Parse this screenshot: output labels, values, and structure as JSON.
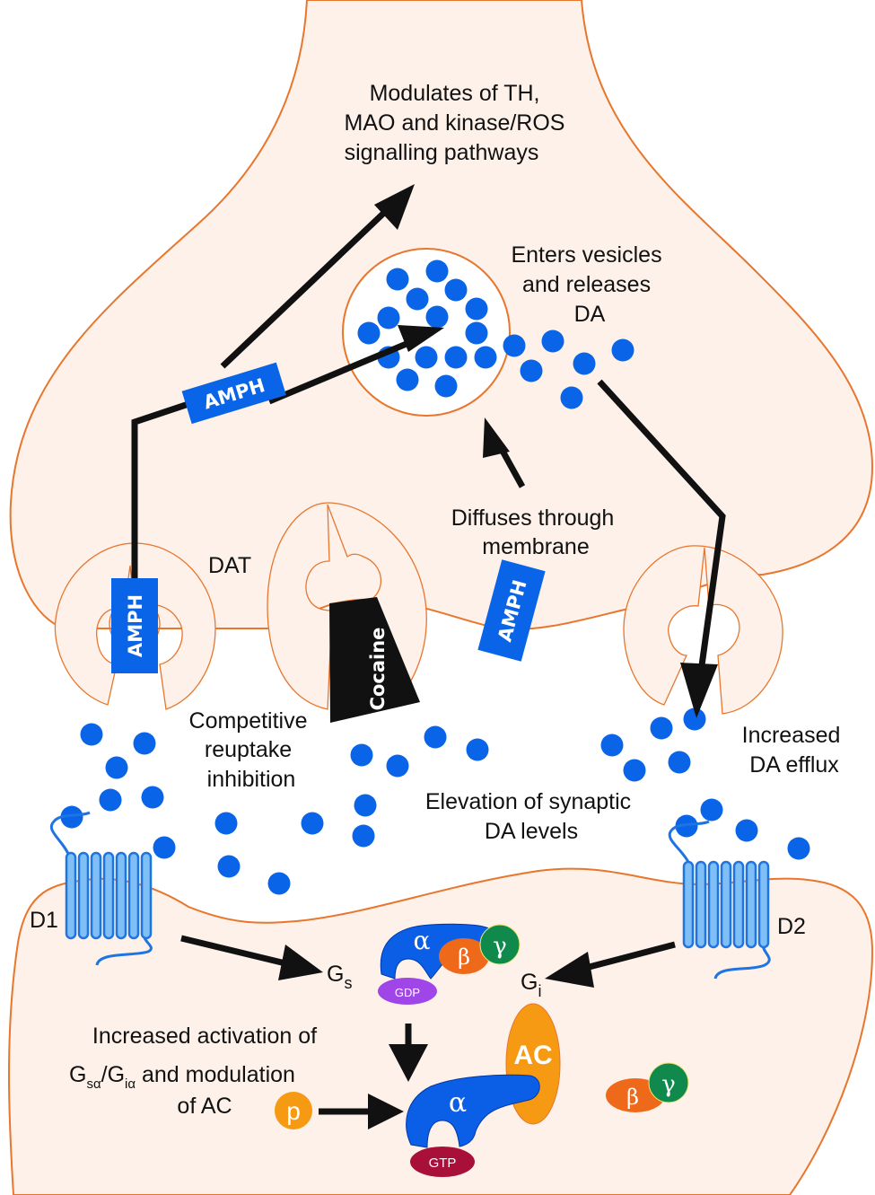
{
  "colors": {
    "cell_fill": "#fdf1ea",
    "membrane": "#e8762d",
    "dopamine": "#0a64e8",
    "amph_box": "#0a64e8",
    "cocaine_box": "#111111",
    "arrow": "#111111",
    "receptor_fill": "#7fbff5",
    "receptor_stroke": "#1e74e0",
    "g_alpha": "#0a5fe6",
    "g_beta": "#ee6a1a",
    "g_gamma": "#0f8a4c",
    "gdp": "#a045e8",
    "gtp": "#a8103a",
    "ac": "#f59a12",
    "phosphate": "#f59a12"
  },
  "labels": {
    "modulates": [
      "Modulates of TH,",
      "MAO and kinase/ROS",
      "signalling pathways"
    ],
    "enters_vesicles": [
      "Enters vesicles",
      "and releases",
      "DA"
    ],
    "diffuses": [
      "Diffuses through",
      "membrane"
    ],
    "dat": "DAT",
    "competitive": [
      "Competitive",
      "reuptake",
      "inhibition"
    ],
    "increased_efflux": [
      "Increased",
      "DA efflux"
    ],
    "elevation": [
      "Elevation of synaptic",
      "DA levels"
    ],
    "d1": "D1",
    "d2": "D2",
    "gs_main": "G",
    "gs_sub": "s",
    "gi_main": "G",
    "gi_sub": "i",
    "activation_line1": "Increased activation of",
    "activation_g1": "G",
    "activation_sub1": "sα",
    "activation_slash": "/G",
    "activation_sub2": "iα",
    "activation_rest": " and modulation",
    "activation_line3": "of AC"
  },
  "drugs": {
    "amph": "AMPH",
    "cocaine": "Cocaine"
  },
  "proteins": {
    "alpha": "α",
    "beta": "β",
    "gamma": "γ",
    "gdp": "GDP",
    "gtp": "GTP",
    "ac": "AC",
    "phosphate": "p"
  }
}
